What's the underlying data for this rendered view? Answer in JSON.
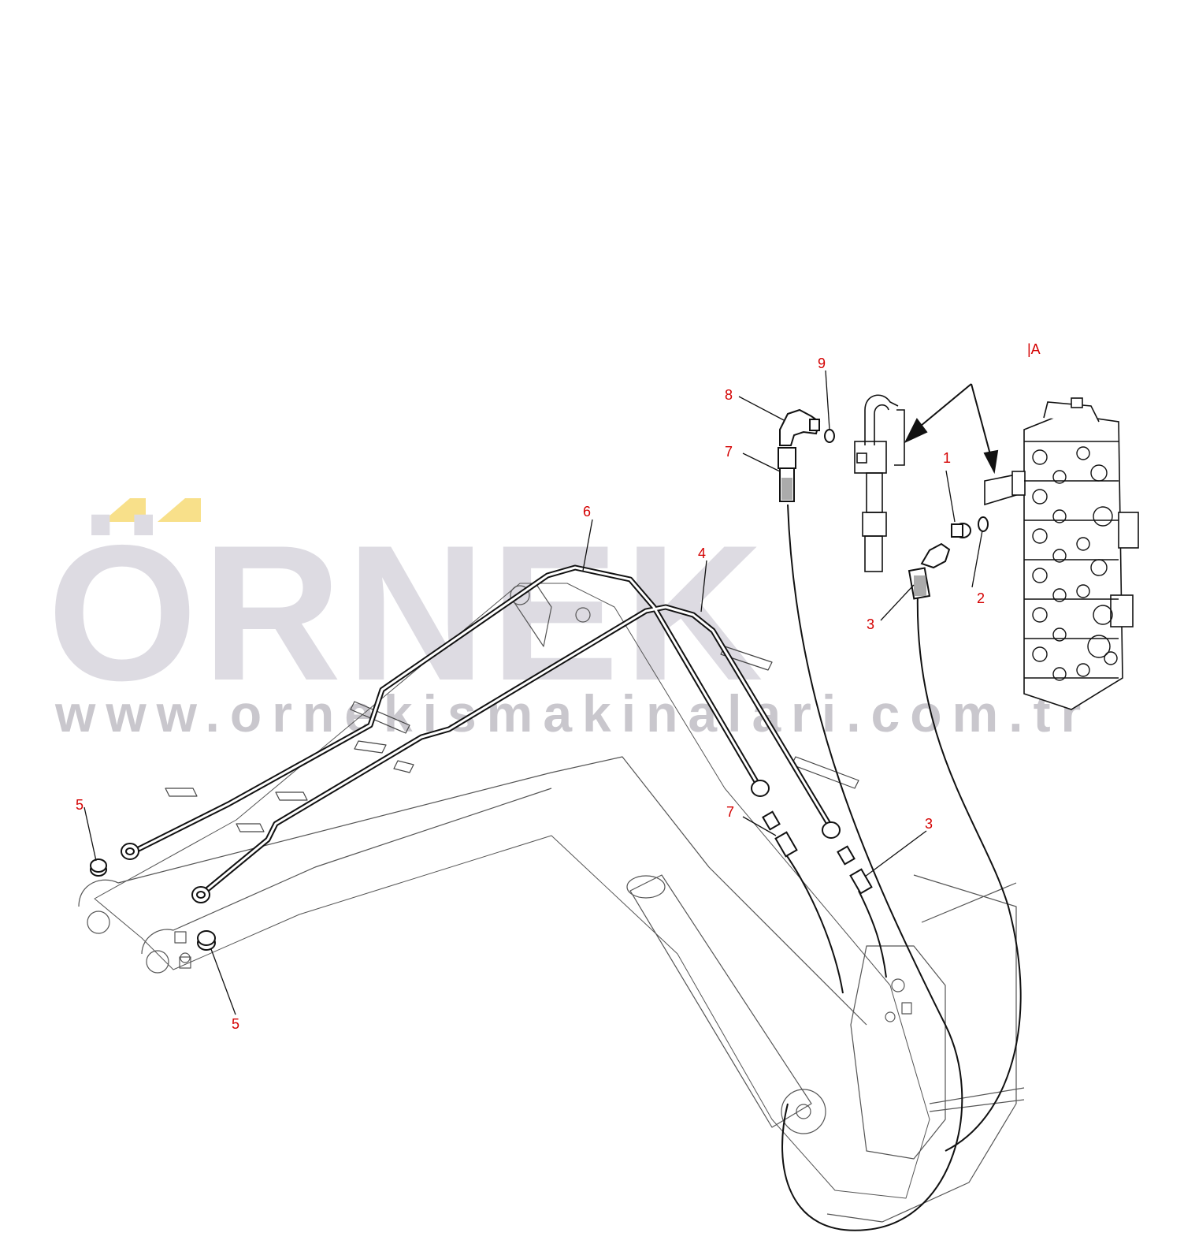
{
  "watermark": {
    "brand": "ÖRNEK",
    "url": "www.ornekismakinalari.com.tr",
    "accent_color": "#f8e08a",
    "text_color": "#dddbe2"
  },
  "view_label": "|A",
  "callouts": {
    "c1": "1",
    "c2": "2",
    "c3": "3",
    "c4": "4",
    "c5": "5",
    "c6": "6",
    "c7": "7",
    "c8": "8",
    "c9": "9"
  },
  "colors": {
    "callout": "#d40000",
    "line": "#111111",
    "background": "#ffffff"
  }
}
